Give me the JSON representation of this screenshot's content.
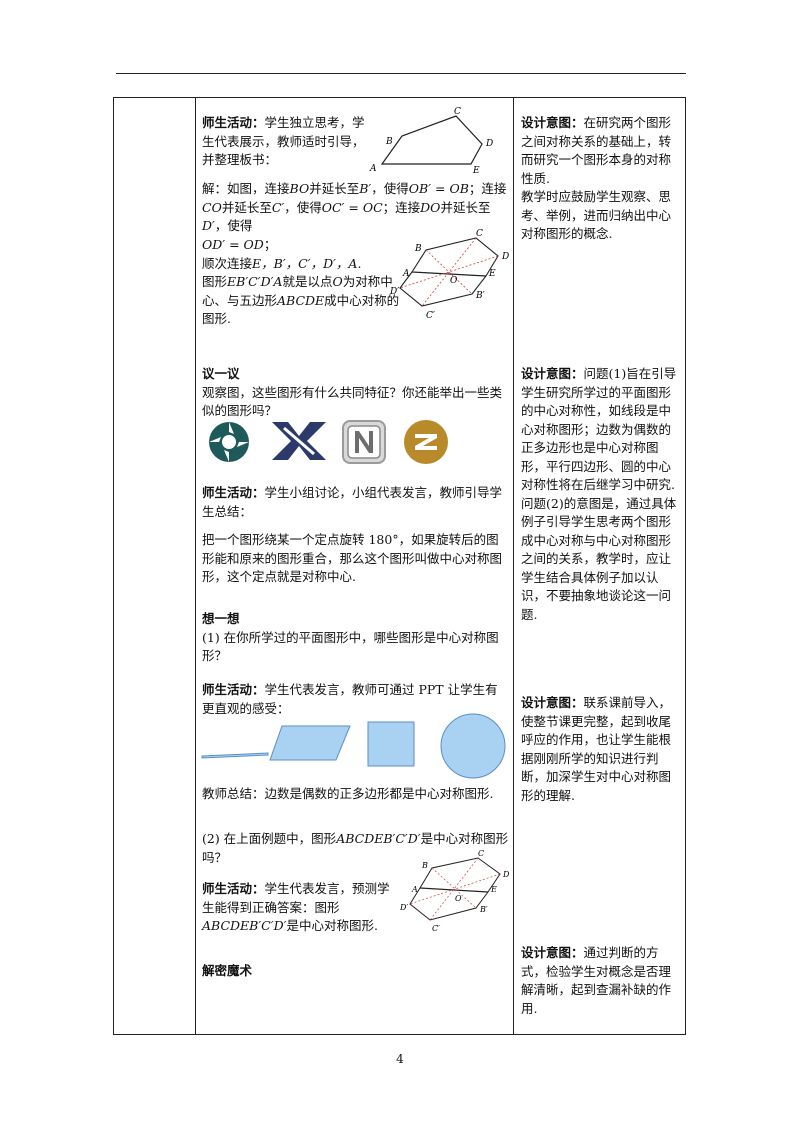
{
  "page_number": "4",
  "left_col": {
    "s1": {
      "head": "师生活动：",
      "t1": "学生独立思考，学生代表展示，教师适时引导，并整理板书：",
      "sol_label": "解：",
      "sol1": "如图，连接",
      "BO": "BO",
      "sol2": "并延长至",
      "Bp": "B′",
      "sol3": "，使得",
      "OBp": "OB′ = OB",
      "sol4": "；连接",
      "CO": "CO",
      "sol5": "并延长至",
      "Cp": "C′",
      "sol6": "，使得",
      "OCp": "OC′ = OC",
      "sol7": "；连接",
      "DO": "DO",
      "sol8": "并延长至",
      "Dp": "D′",
      "sol9": "，使得",
      "ODp": "OD′ = OD",
      "sol10": "；",
      "order1": "顺次连接",
      "order_pts": "E，B′，C′，D′，A",
      "order2": ".",
      "fig1": "图形",
      "fig_name": "EB′C′D′A",
      "fig2": "就是以点",
      "fig_O": "O",
      "fig3": "为对称中心、与五边形",
      "fig_pent": "ABCDE",
      "fig4": "成中心对称的图形."
    },
    "s2": {
      "head": "议一议",
      "t1": "观察图，这些图形有什么共同特征？你还能举出一些类似的图形吗？",
      "act_head": "师生活动：",
      "act": "学生小组讨论，小组代表发言，教师引导学生总结：",
      "def": "把一个图形绕某一个定点旋转 180°，如果旋转后的图形能和原来的图形重合，那么这个图形叫做中心对称图形，这个定点就是对称中心."
    },
    "s3": {
      "head": "想一想",
      "q1": "(1) 在你所学过的平面图形中，哪些图形是中心对称图形？",
      "act_head": "师生活动：",
      "act": "学生代表发言，教师可通过 PPT 让学生有更直观的感受：",
      "summary": "教师总结：边数是偶数的正多边形都是中心对称图形.",
      "q2a": "(2) 在上面例题中，图形",
      "q2_name": "ABCDEB′C′D′",
      "q2b": "是中心对称图形吗？",
      "act2_head": "师生活动：",
      "act2a": "学生代表发言，预测学生能得到正确答案：图形",
      "act2_name": "ABCDEB′C′D′",
      "act2b": "是中心对称图形."
    },
    "s4": {
      "head": "解密魔术"
    }
  },
  "right_col": {
    "r1_head": "设计意图：",
    "r1_a": "在研究两个图形之间对称关系的基础上，转而研究一个图形本身的对称性质.",
    "r1_b": "教学时应鼓励学生观察、思考、举例，进而归纳出中心对称图形的概念.",
    "r2_head": "设计意图：",
    "r2_a": "问题(1)旨在引导学生研究所学过的平面图形的中心对称性，如线段是中心对称图形；边数为偶数的正多边形也是中心对称图形，平行四边形、圆的中心对称性将在后继学习中研究.",
    "r2_b": "问题(2)的意图是，通过具体例子引导学生思考两个图形成中心对称与中心对称图形之间的关系，教学时，应让学生结合具体例子加以认识，不要抽象地谈论这一问题.",
    "r3_head": "设计意图：",
    "r3_a": "联系课前导入，使整节课更完整，起到收尾呼应的作用，也让学生能根据刚刚所学的知识进行判断，加深学生对中心对称图形的理解.",
    "r4_head": "设计意图：",
    "r4_a": "通过判断的方式，检验学生对概念是否理解清晰，起到查漏补缺的作用."
  },
  "figure_labels": {
    "pentagon": [
      "A",
      "B",
      "C",
      "D",
      "E"
    ],
    "decagon": [
      "A",
      "B",
      "C",
      "D",
      "E",
      "O",
      "B′",
      "C′",
      "D′"
    ],
    "decagon2": [
      "A",
      "B",
      "C",
      "D",
      "E",
      "O",
      "B′",
      "C′",
      "D′"
    ]
  },
  "colors": {
    "shape_fill": "#a9d1f2",
    "shape_stroke": "#5b8fc7",
    "logo_teal": "#1e5a5a",
    "logo_navy": "#2b3a6b",
    "logo_gold": "#b88a2a",
    "line": "#222222",
    "dash": "#d04040"
  }
}
